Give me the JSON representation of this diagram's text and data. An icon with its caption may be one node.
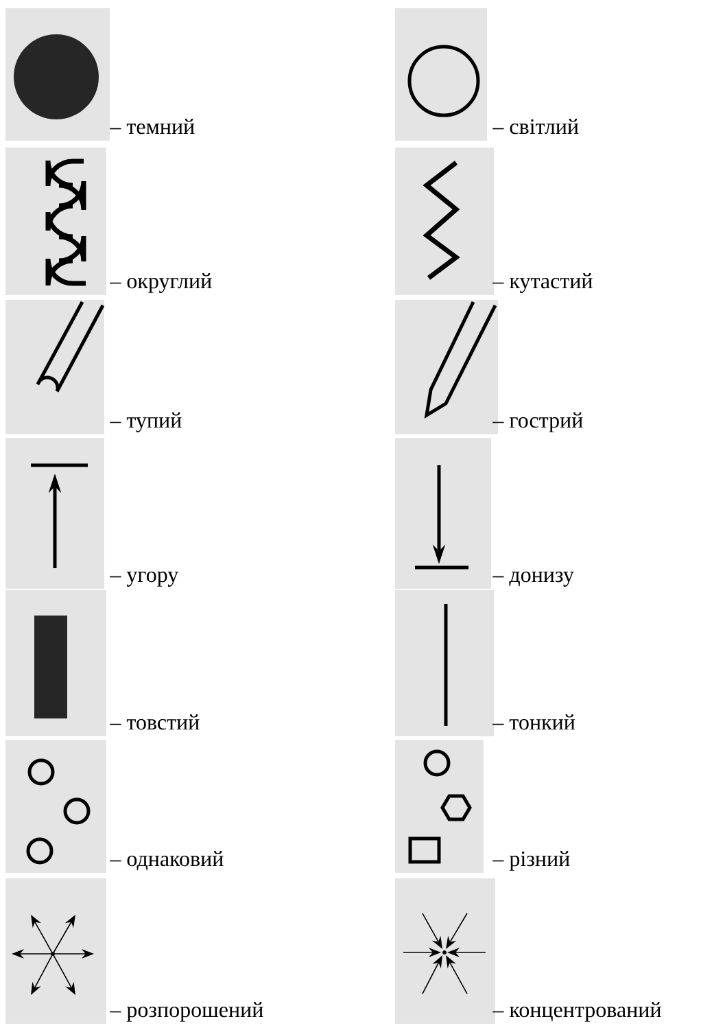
{
  "diagram": {
    "labels": [
      "– темний",
      "– світлий",
      "– округлий",
      "– кутастий",
      "– тупий",
      "– гострий",
      "– угору",
      "– донизу",
      "– товстий",
      "– тонкий",
      "– однаковий",
      "– різний",
      "– розпорошений",
      "– концентрований"
    ]
  }
}
